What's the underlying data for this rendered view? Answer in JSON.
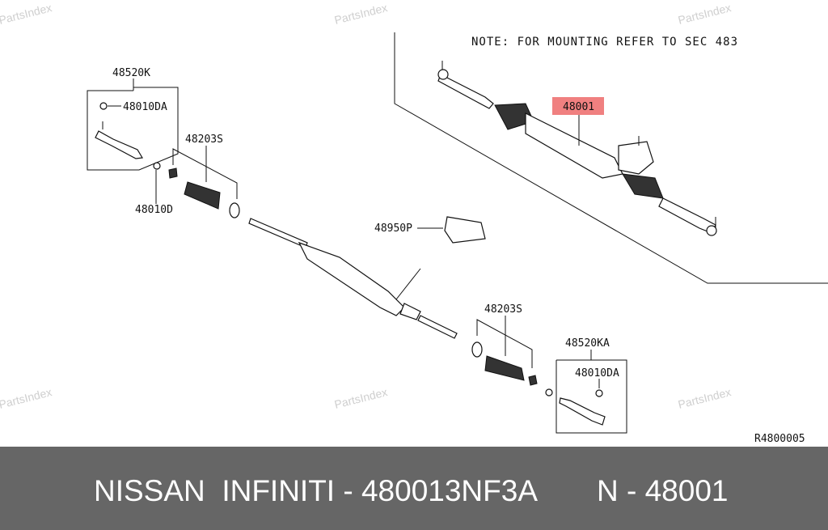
{
  "watermark": "PartsIndex",
  "note": "NOTE: FOR MOUNTING REFER TO SEC 483",
  "highlight_color": "#f08080",
  "labels": {
    "rack_assembly": "48001",
    "tie_rod_end_left": "48520K",
    "nut_left": "48010DA",
    "boot_left": "48203S",
    "nut_lower": "48010D",
    "insulator": "48950P",
    "boot_right": "48203S",
    "tie_rod_end_right": "48520KA",
    "nut_right": "48010DA"
  },
  "diagram_code": "R4800005",
  "footer": {
    "title": "NISSAN  INFINITI - 480013NF3A",
    "ref": "N - 48001"
  }
}
